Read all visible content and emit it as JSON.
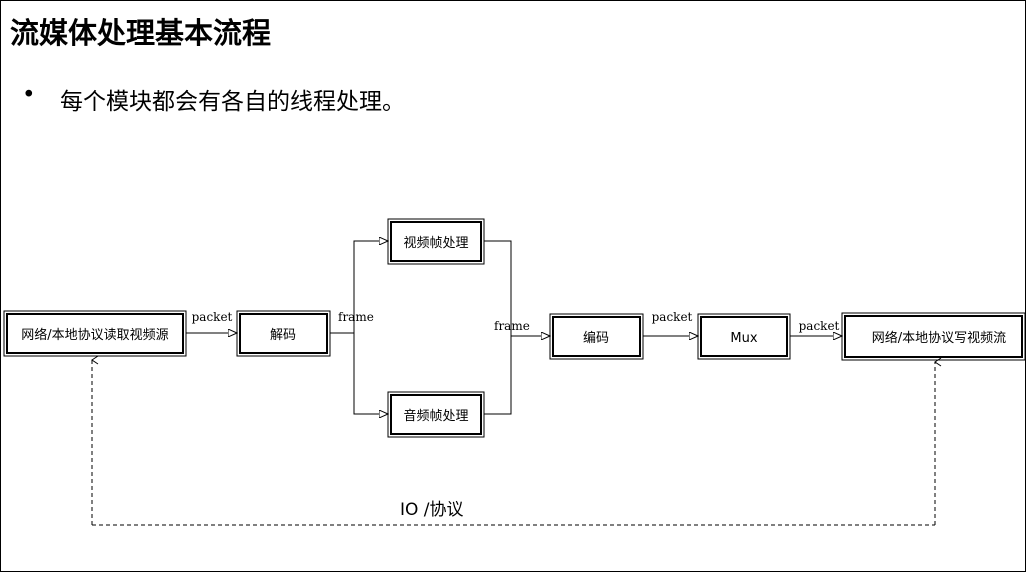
{
  "slide": {
    "title": "流媒体处理基本流程",
    "bullet_symbol": "•",
    "bullet": "每个模块都会有各自的线程处理。"
  },
  "diagram": {
    "nodes": {
      "source": "网络/本地协议读取视频源",
      "decode": "解码",
      "video": "视频帧处理",
      "audio": "音频帧处理",
      "encode": "编码",
      "mux": "Mux",
      "sink": "网络/本地协议写视频流"
    },
    "edges": {
      "packet_in": "packet",
      "frame_split": "frame",
      "frame_join": "frame",
      "packet_mux": "packet",
      "packet_out": "packet"
    },
    "io_label": "IO /协议"
  }
}
